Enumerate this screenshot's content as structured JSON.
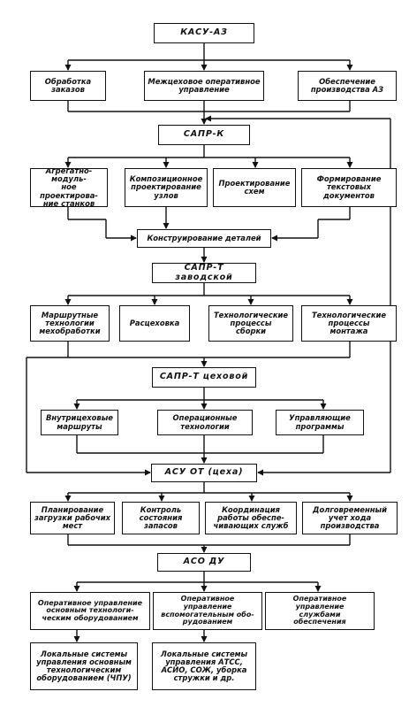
{
  "diagram": {
    "nodes": {
      "kasu": "КАСУ-АЗ",
      "obr": "Обработка\nзаказов",
      "mezh": "Межцеховое оперативное\nуправление",
      "obesp": "Обеспечение\nпроизводства АЗ",
      "saprk": "САПР-К",
      "agr": "Агрегатно-модуль-\nное проектирова-\nние станков",
      "komp": "Композиционное\nпроектирование\nузлов",
      "proekt": "Проектирование\nсхем",
      "form": "Формирование\nтекстовых\nдокументов",
      "konstr": "Конструирование деталей",
      "saprtz": "САПР-Т заводской",
      "marsh": "Маршрутные\nтехнологии\nмехобработки",
      "rasc": "Расцеховка",
      "tps": "Технологические\nпроцессы\nсборки",
      "tpm": "Технологические\nпроцессы\nмонтажа",
      "saprtc": "САПР-Т цеховой",
      "vnutr": "Внутрицеховые\nмаршруты",
      "oper": "Операционные\nтехнологии",
      "uprprog": "Управляющие\nпрограммы",
      "asuot": "АСУ ОТ (цеха)",
      "plan": "Планирование\nзагрузки рабочих\nмест",
      "kontr": "Контроль\nсостояния\nзапасов",
      "koord": "Координация\nработы обеспе-\nчивающих служб",
      "dolg": "Долговременный\nучет хода\nпроизводства",
      "asodu": "АСО ДУ",
      "operosn": "Оперативное управление\nосновным технологи-\nческим оборудованием",
      "opervsp": "Оперативное управление\nвспомогательным обо-\nрудованием",
      "opersl": "Оперативное управление\nслужбами\nобеспечения",
      "loc1": "Локальные системы\nуправления основным\nтехнологическим\nоборудованием (ЧПУ)",
      "loc2": "Локальные системы\nуправления АТСС,\nАСИО, СОЖ, уборка\nстружки и др."
    },
    "line_color": "#111111"
  }
}
